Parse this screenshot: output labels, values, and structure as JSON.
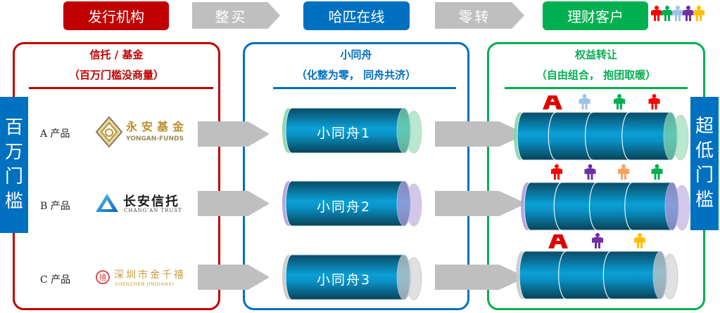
{
  "header": {
    "steps": [
      {
        "label": "发行机构",
        "type": "box",
        "color": "#c00000"
      },
      {
        "label": "整买",
        "type": "arrow",
        "color": "#bfbfbf"
      },
      {
        "label": "哈匹在线",
        "type": "box",
        "color": "#0070c0"
      },
      {
        "label": "零转",
        "type": "arrow",
        "color": "#bfbfbf"
      },
      {
        "label": "理财客户",
        "type": "box",
        "color": "#00b050"
      }
    ],
    "people_colors": [
      "#ff0000",
      "#00b050",
      "#9dc3e6",
      "#7030a0",
      "#ffc000"
    ]
  },
  "left_side_label": [
    "百",
    "万",
    "门",
    "槛"
  ],
  "right_side_label": [
    "超",
    "低",
    "门",
    "槛"
  ],
  "panels": {
    "issuer": {
      "title": "信托 / 基金",
      "subtitle": "（百万门槛没商量）",
      "color": "#c00000",
      "products": [
        {
          "label": "A 产品",
          "logo_cn": "永安基金",
          "logo_en": "YONGAN-FUNDS",
          "logo_color": "#b8912f"
        },
        {
          "label": "B 产品",
          "logo_cn": "长安信托",
          "logo_en": "CHANG'AN TRUST",
          "logo_color": "#1a1a1a"
        },
        {
          "label": "C 产品",
          "logo_cn": "深圳市金千禧",
          "logo_en": "SHENZHEN JINQIANXI",
          "logo_color": "#c89a3c"
        }
      ]
    },
    "platform": {
      "title": "小同舟",
      "subtitle": "（化整为零， 同舟共济）",
      "color": "#0070c0",
      "boats": [
        {
          "label": "小同舟1",
          "cap_color": "#7fd6a8"
        },
        {
          "label": "小同舟2",
          "cap_color": "#b19cd9"
        },
        {
          "label": "小同舟3",
          "cap_color": "#c8c8c8"
        }
      ]
    },
    "transfer": {
      "title": "权益转让",
      "subtitle": "（自由组合， 抱团取暖）",
      "color": "#00b050",
      "rows": [
        {
          "investors": [
            "logo-a",
            "#9dc3e6",
            "#00b050",
            "#ff0000"
          ],
          "segments": 4,
          "cap_color": "#7fd6a8"
        },
        {
          "investors": [
            "#ff0000",
            "#7030a0",
            "#f4a460",
            "#00b050"
          ],
          "segments": 4,
          "cap_color": "#b19cd9"
        },
        {
          "investors": [
            "logo-a",
            "#7030a0",
            "#ffc000"
          ],
          "segments": 3,
          "cap_color": "#c8c8c8"
        }
      ]
    }
  }
}
